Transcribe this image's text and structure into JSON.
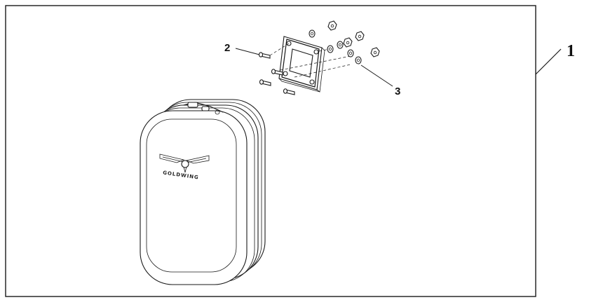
{
  "callouts": {
    "item_1": "1",
    "item_2": "2",
    "item_3": "3"
  },
  "logo_text": "GOLDWING",
  "colors": {
    "line": "#1a1a1a",
    "background": "#ffffff"
  }
}
